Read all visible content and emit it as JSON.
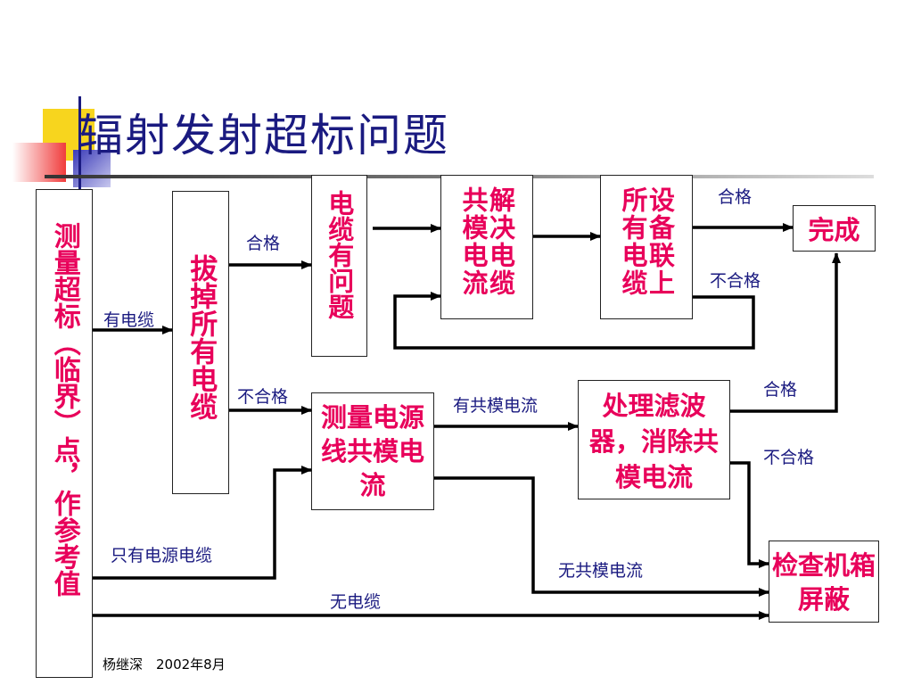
{
  "title": "辐射发射超标问题",
  "boxes": {
    "measure": "测量超标（临界）点，作参考值",
    "remove_cables": "拔掉所有电缆",
    "cable_problem": "电缆有问题",
    "solve_cm": "解决电缆共模电流",
    "connect_all": "设备联上所有电缆",
    "done": "完成",
    "measure_power": "测量电源线共模电流",
    "filter": "处理滤波器，消除共模电流",
    "check_shield": "检查机箱屏蔽"
  },
  "labels": {
    "has_cable": "有电缆",
    "pass_top": "合格",
    "fail_left": "不合格",
    "pass_right_top": "合格",
    "fail_right_top": "不合格",
    "has_cm": "有共模电流",
    "pass_right": "合格",
    "fail_right": "不合格",
    "power_only": "只有电源电缆",
    "no_cm": "无共模电流",
    "no_cable": "无电缆"
  },
  "footer": "杨继深　2002年8月",
  "colors": {
    "title": "#1a1a80",
    "box_text": "#e8005a",
    "label_text": "#1a1a80",
    "accent_yellow": "#f7d51e",
    "accent_red": "#f03c3c",
    "accent_blue": "#3a3ab8"
  }
}
